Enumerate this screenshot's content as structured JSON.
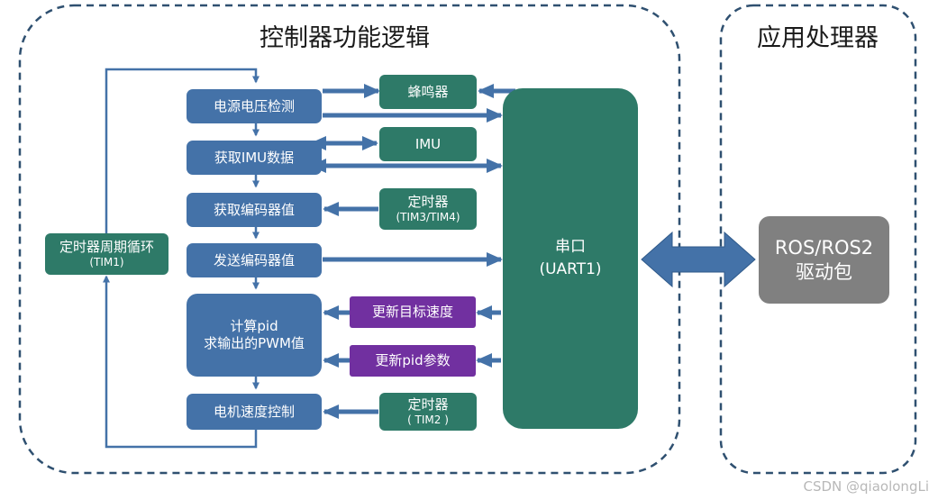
{
  "regions": {
    "controller_title": "控制器功能逻辑",
    "app_title": "应用处理器"
  },
  "flow_steps": {
    "voltage": "电源电压检测",
    "imu": "获取IMU数据",
    "encoder_get": "获取编码器值",
    "encoder_send": "发送编码器值",
    "pid_line1": "计算pid",
    "pid_line2": "求输出的PWM值",
    "motor": "电机速度控制"
  },
  "loop_timer": {
    "label": "定时器周期循环",
    "sub": "(TIM1)"
  },
  "peripherals": {
    "buzzer": "蜂鸣器",
    "imu": "IMU",
    "timer_enc_label": "定时器",
    "timer_enc_sub": "(TIM3/TIM4)",
    "timer_motor_label": "定时器",
    "timer_motor_sub": "( TIM2 )"
  },
  "commands": {
    "target_speed": "更新目标速度",
    "pid_params": "更新pid参数"
  },
  "serial": {
    "label": "串口",
    "sub": "(UART1)"
  },
  "ros": {
    "line1": "ROS/ROS2",
    "line2": "驱动包"
  },
  "watermark": "CSDN @qiaolongLi",
  "colors": {
    "step_blue": "#4472a8",
    "peripheral_green": "#2e7a68",
    "command_purple": "#7130a0",
    "ros_gray": "#808080",
    "border_dashed": "#2f5070"
  }
}
